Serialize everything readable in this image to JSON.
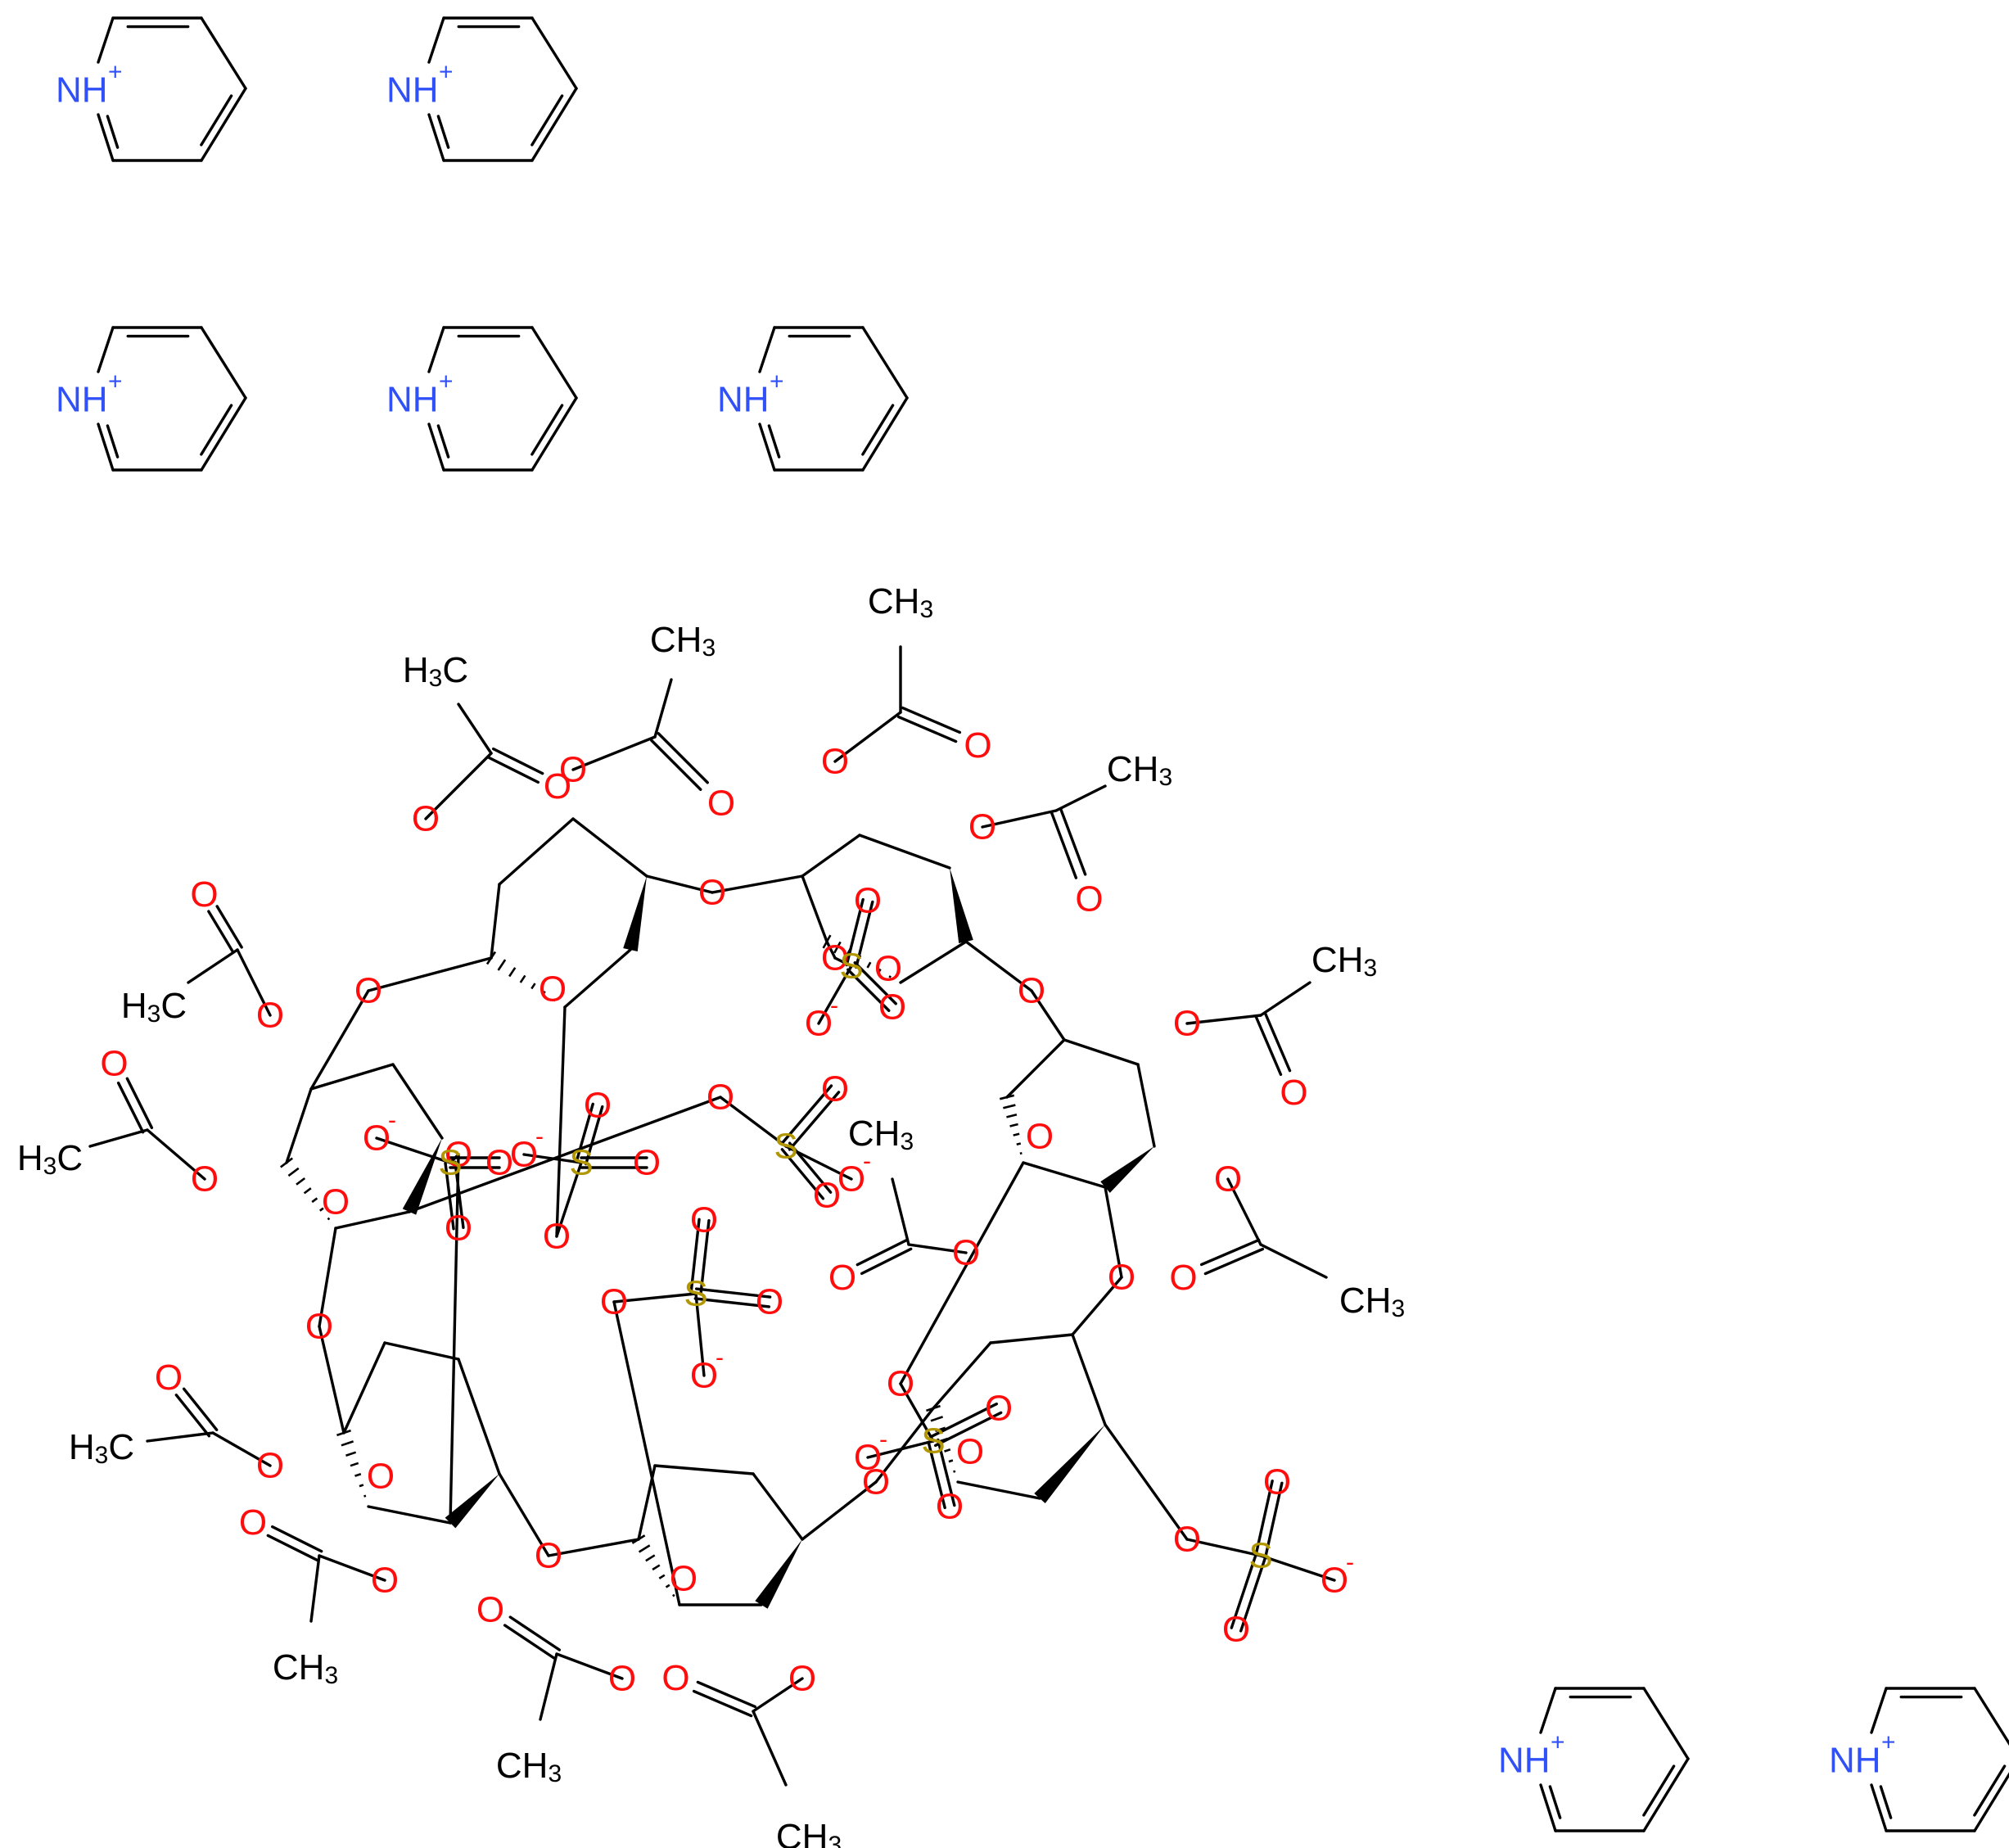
{
  "colors": {
    "bond": "#000000",
    "nitrogen": "#3050F8",
    "oxygen": "#FF0D0D",
    "sulfur": "#B29600",
    "carbon_label": "#000000",
    "background": "#FFFFFF"
  },
  "counterions": {
    "label_base": "NH",
    "label_charge": "+",
    "count": 7
  },
  "atom_labels": {
    "oxygen": "O",
    "sulfur": "S",
    "anion_charge": "-",
    "methyl_right": "CH3",
    "methyl_left": "H3C"
  }
}
